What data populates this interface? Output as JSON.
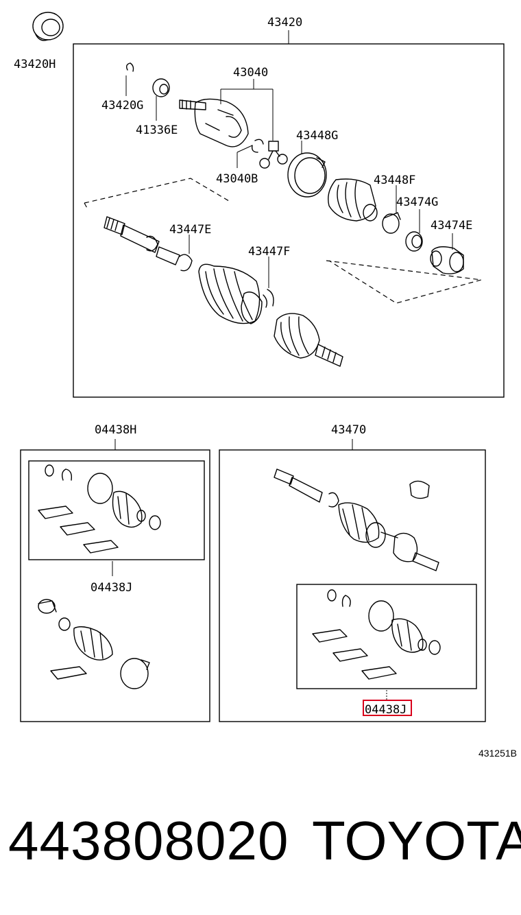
{
  "diagram": {
    "callouts": {
      "p43420": "43420",
      "p43420H": "43420H",
      "p43420G": "43420G",
      "p41336E": "41336E",
      "p43040": "43040",
      "p43040B": "43040B",
      "p43448G": "43448G",
      "p43448F": "43448F",
      "p43474G": "43474G",
      "p43474E": "43474E",
      "p43447E": "43447E",
      "p43447F": "43447F",
      "p04438H": "04438H",
      "p04438J_left": "04438J",
      "p43470": "43470",
      "p04438J_right": "04438J"
    },
    "highlight_color": "#d9001b",
    "reference_code": "431251B"
  },
  "footer": {
    "part_number": "443808020",
    "brand": "TOYOTA"
  }
}
